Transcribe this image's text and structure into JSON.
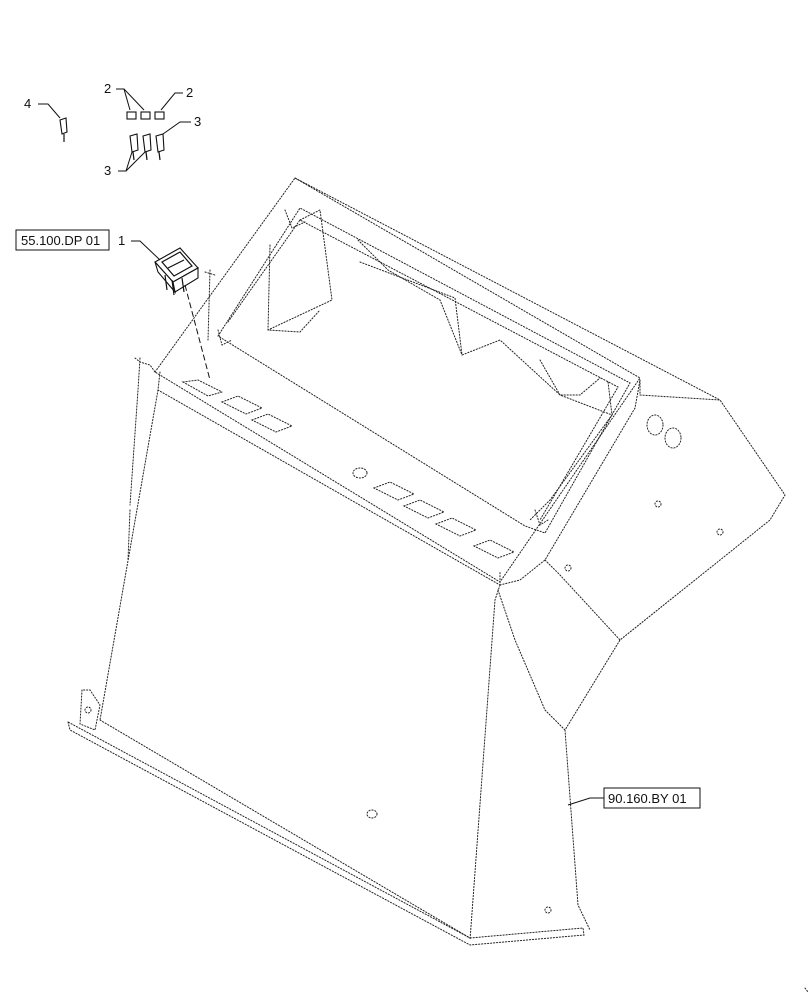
{
  "callouts": {
    "item1": "1",
    "item2a": "2",
    "item2b": "2",
    "item3a": "3",
    "item3b": "3",
    "item4": "4"
  },
  "references": {
    "switch_ref": "55.100.DP 01",
    "console_ref": "90.160.BY 01"
  },
  "colors": {
    "line": "#111111",
    "background": "#ffffff"
  }
}
